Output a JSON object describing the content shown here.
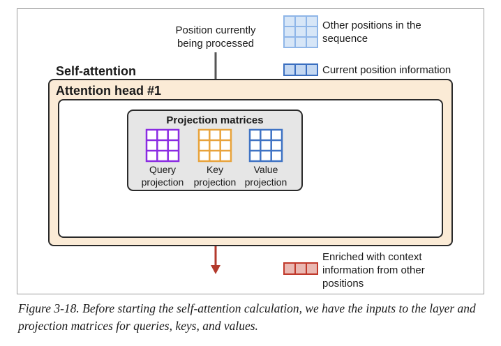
{
  "labels": {
    "position_line1": "Position currently",
    "position_line2": "being processed",
    "self_attention": "Self-attention",
    "attention_head": "Attention head #1",
    "projection_title": "Projection matrices",
    "query_line1": "Query",
    "query_line2": "projection",
    "key_line1": "Key",
    "key_line2": "projection",
    "value_line1": "Value",
    "value_line2": "projection"
  },
  "legend": {
    "other_line1": "Other positions in the",
    "other_line2": "sequence",
    "current": "Current position information",
    "enriched_line1": "Enriched with context",
    "enriched_line2": "information from other",
    "enriched_line3": "positions"
  },
  "caption": "Figure 3-18. Before starting the self-attention calculation, we have the inputs to the layer and projection matrices for queries, keys, and values.",
  "colors": {
    "attention_head_fill": "#fbebd6",
    "projection_box_fill": "#e6e6e6",
    "query": "#8a2be2",
    "key": "#e8a33c",
    "value": "#3f73c4",
    "other_positions": "#8fb6e8",
    "current_position": "#3b6fc0",
    "enriched": "#c0392b",
    "arrow_down_gray": "#555555",
    "arrow_down_red": "#b33a2c"
  }
}
